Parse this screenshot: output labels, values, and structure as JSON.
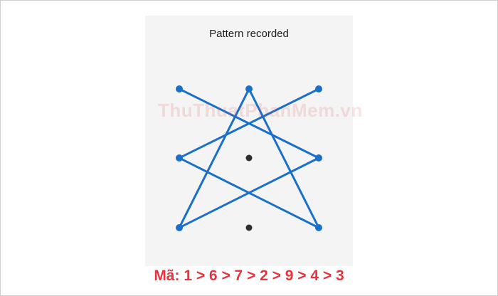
{
  "screen": {
    "title": "Pattern recorded"
  },
  "watermark": "ThuThuatPhanMem.vn",
  "caption": "Mã: 1 > 6 > 7 > 2 > 9 > 4 > 3",
  "pattern": {
    "grid": [
      3,
      3
    ],
    "sequence": [
      1,
      6,
      7,
      2,
      9,
      4,
      3
    ],
    "line_color": "#1a6fc8",
    "active_dot_color": "#1a6fc8",
    "inactive_dot_color": "#2e2e2e"
  },
  "colors": {
    "background": "#ffffff",
    "screen": "#f4f4f4",
    "caption": "#e8323c"
  }
}
